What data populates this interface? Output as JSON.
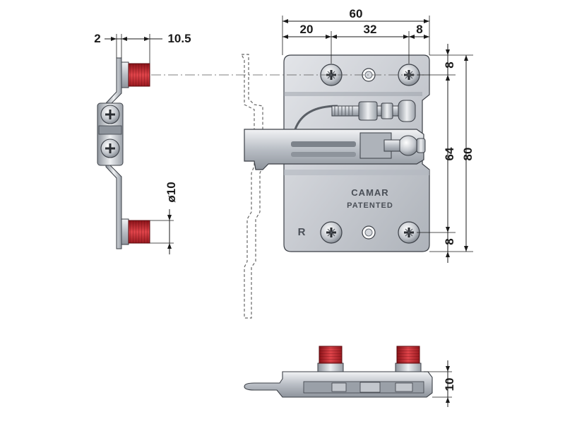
{
  "dimensions": {
    "top_total": "60",
    "top_left": "20",
    "top_mid": "32",
    "top_right": "8",
    "side_left_a": "2",
    "side_left_b": "10.5",
    "right_upper": "8",
    "right_middle": "64",
    "right_total": "80",
    "right_lower": "8",
    "diameter": "ø10",
    "bottom_height": "10"
  },
  "labels": {
    "brand": "CAMAR",
    "patent": "PATENTED",
    "side_marker": "R"
  },
  "colors": {
    "plate": "#c9ccd2",
    "plate_dark": "#9aa0a8",
    "thread_red": "#c8232c",
    "line": "#1a1a1a"
  }
}
